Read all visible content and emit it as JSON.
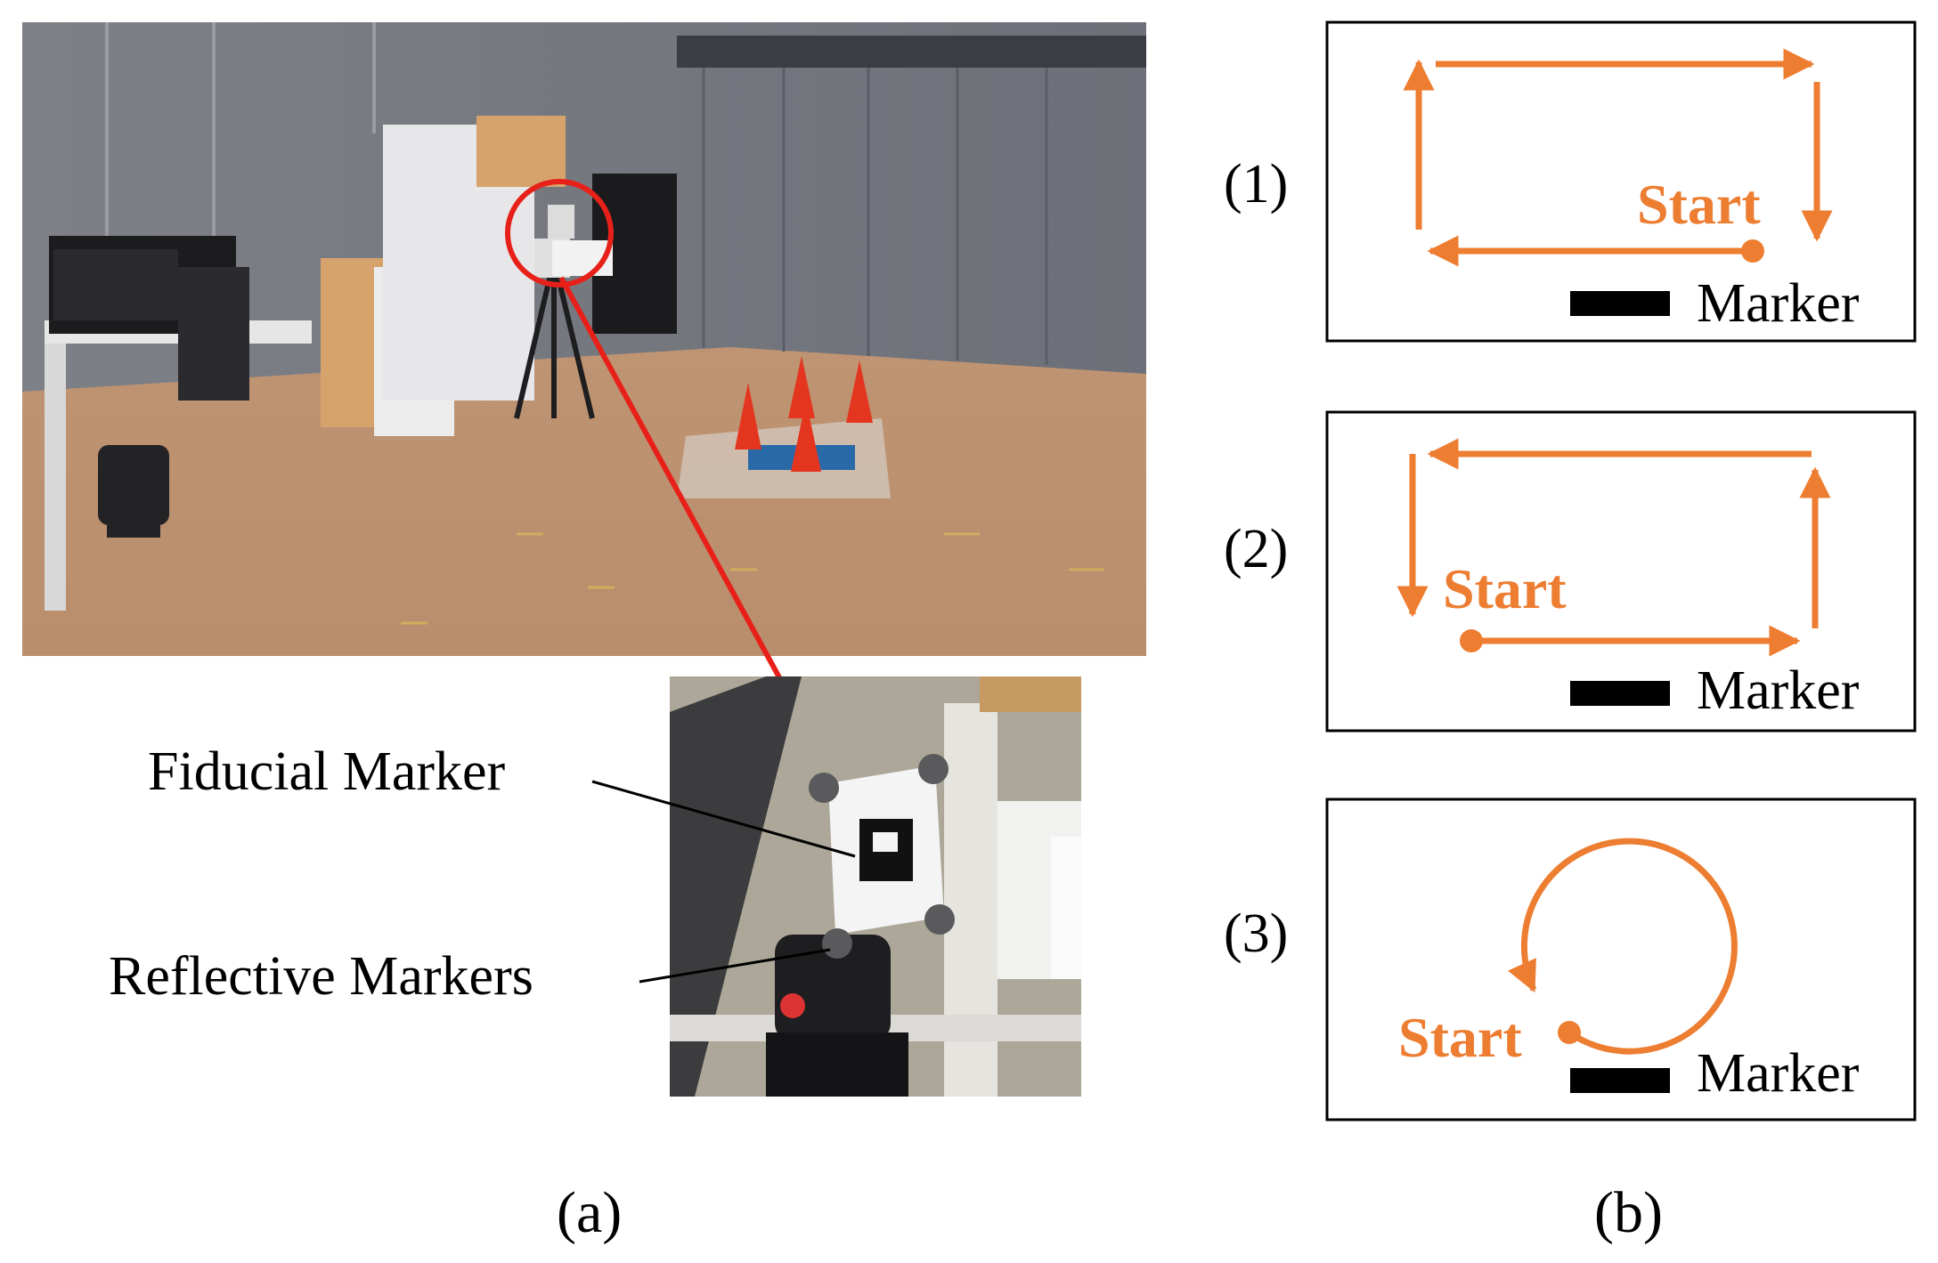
{
  "panel_a": {
    "caption": "(a)",
    "callouts": {
      "fiducial": "Fiducial Marker",
      "reflective": "Reflective Markers"
    }
  },
  "panel_b": {
    "caption": "(b)",
    "accent_color": "#ED7D31",
    "paths": [
      {
        "id": "1",
        "label": "(1)",
        "start_label": "Start",
        "marker_label": "Marker",
        "direction": "clockwise rectangle"
      },
      {
        "id": "2",
        "label": "(2)",
        "start_label": "Start",
        "marker_label": "Marker",
        "direction": "counter-clockwise rectangle"
      },
      {
        "id": "3",
        "label": "(3)",
        "start_label": "Start",
        "marker_label": "Marker",
        "direction": "circle"
      }
    ]
  },
  "colors": {
    "highlight_red": "#E8201A",
    "orange": "#ED7D31",
    "marker_bar": "#000000"
  }
}
